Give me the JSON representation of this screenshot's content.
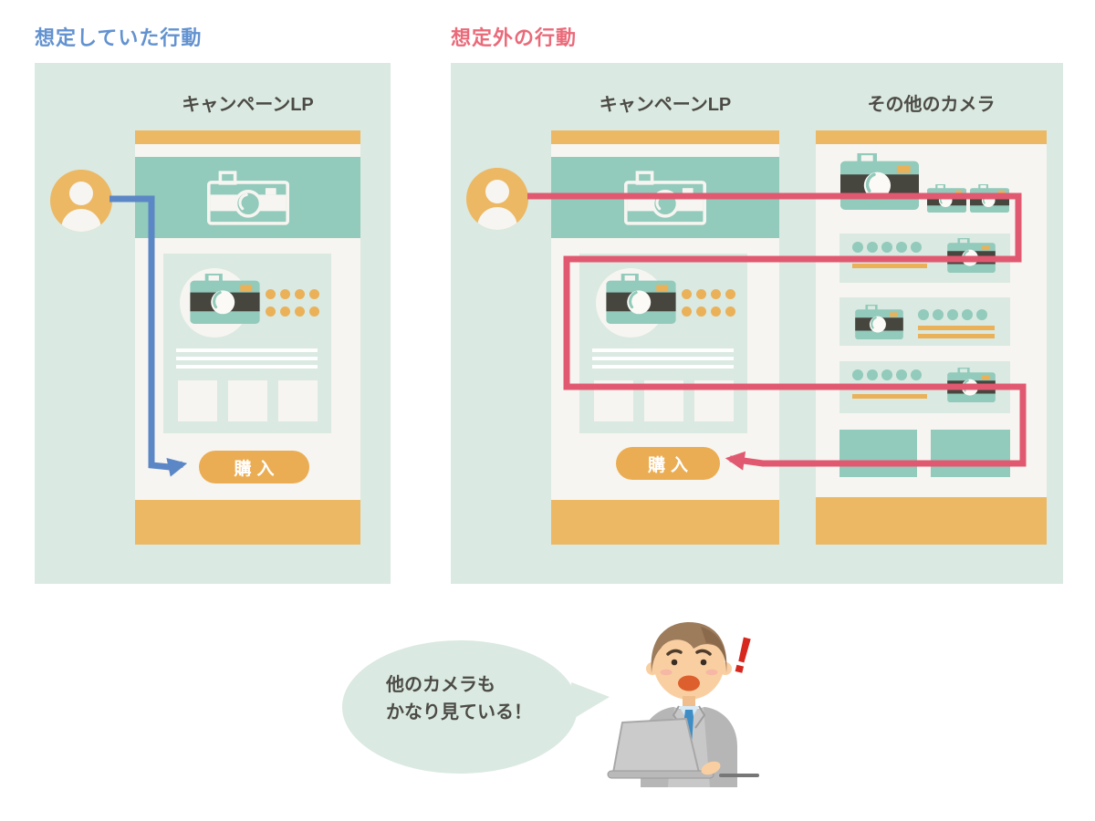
{
  "header": {
    "expected_title": "想定していた行動",
    "unexpected_title": "想定外の行動"
  },
  "expected_panel": {
    "lp_label": "キャンペーンLP",
    "buy_button": "購入"
  },
  "unexpected_panel": {
    "lp_label": "キャンペーンLP",
    "other_page_label": "その他のカメラ",
    "buy_button": "購入"
  },
  "speech_bubble": {
    "line1": "他のカメラも",
    "line2": "かなり見ている！"
  },
  "annotation": {
    "exclamation": "!"
  },
  "colors": {
    "mint": "#dae9e1",
    "page_bg": "#f7f5f1",
    "teal": "#92cabb",
    "orange_bar": "#ecb863",
    "orange_button": "#ebad53",
    "orange_dots": "#eab159",
    "camera_dark": "#46453e",
    "expected_flow": "#5c87c6",
    "unexpected_flow": "#e15970",
    "expected_title_color": "#6292d0",
    "unexpected_title_color": "#ea6a79",
    "text": "#4c4b46"
  },
  "icons": {
    "avatar": "user-icon",
    "product": "camera-icon",
    "hero_product": "camera-outline-icon",
    "alert": "exclamation-icon",
    "figure": "person-at-laptop"
  }
}
